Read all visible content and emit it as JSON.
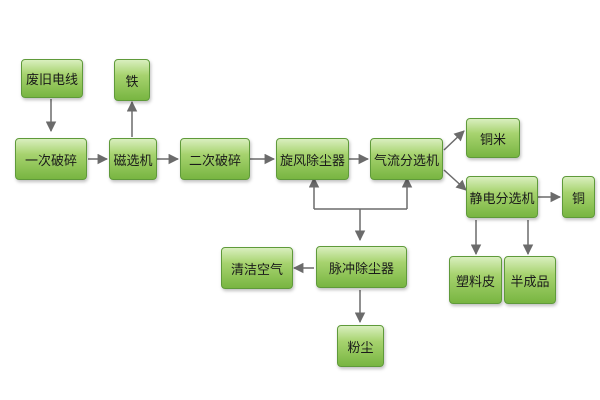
{
  "nodes": {
    "waste_cable": "废旧电线",
    "primary_crushing": "一次破碎",
    "magnetic_separator": "磁选机",
    "iron": "铁",
    "secondary_crushing": "二次破碎",
    "cyclone_dust_remover": "旋风除尘器",
    "air_separator": "气流分选机",
    "copper_rice": "铜米",
    "electrostatic_separator": "静电分选机",
    "copper": "铜",
    "plastic_skin": "塑料皮",
    "semi_finished": "半成品",
    "pulse_dust_collector": "脉冲除尘器",
    "clean_air": "清洁空气",
    "dust": "粉尘"
  },
  "colors": {
    "node_border": "#5f9a3a",
    "node_fill_top": "#d9efbf",
    "node_fill_mid": "#a7d36f",
    "node_fill_bottom": "#78b541",
    "arrow": "#6b6b6b"
  }
}
